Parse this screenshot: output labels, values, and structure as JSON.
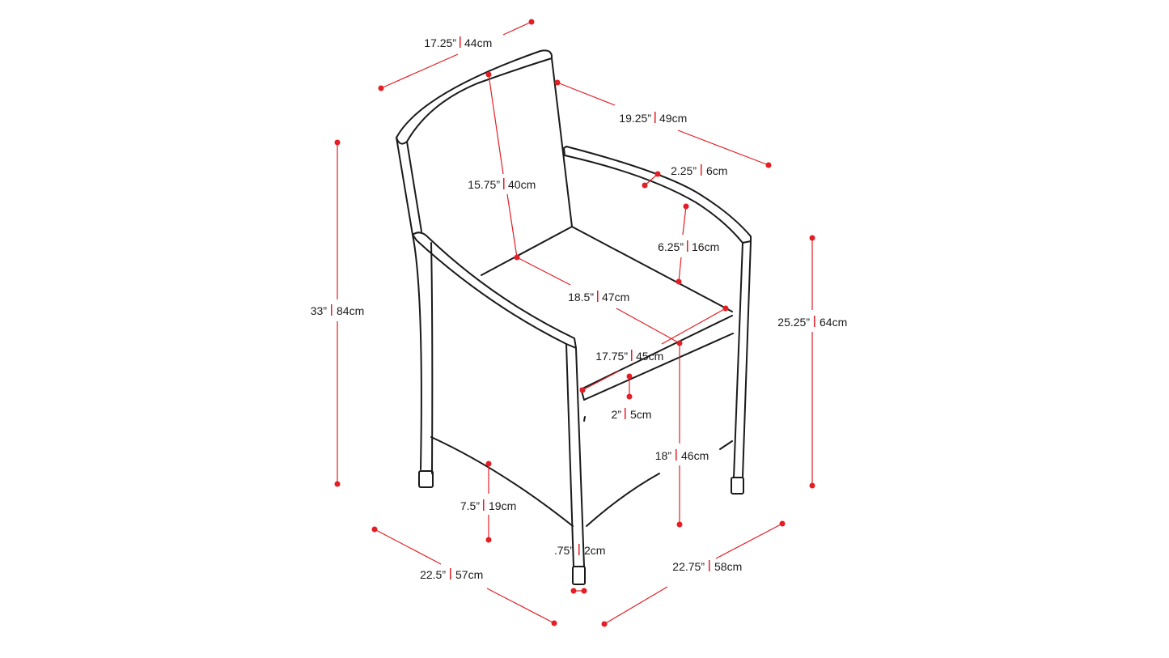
{
  "accent_color": "#e31e24",
  "outline_color": "#1a1a1a",
  "dimensions": {
    "back_top_width": {
      "imperial": "17.25”",
      "metric": "44cm"
    },
    "back_depth": {
      "imperial": "19.25”",
      "metric": "49cm"
    },
    "armrest_width": {
      "imperial": "2.25”",
      "metric": "6cm"
    },
    "back_height": {
      "imperial": "15.75”",
      "metric": "40cm"
    },
    "arm_height": {
      "imperial": "6.25”",
      "metric": "16cm"
    },
    "total_height": {
      "imperial": "33”",
      "metric": "84cm"
    },
    "arm_floor_height": {
      "imperial": "25.25”",
      "metric": "64cm"
    },
    "seat_depth": {
      "imperial": "18.5”",
      "metric": "47cm"
    },
    "seat_width": {
      "imperial": "17.75”",
      "metric": "45cm"
    },
    "cushion_thickness": {
      "imperial": "2”",
      "metric": "5cm"
    },
    "seat_height": {
      "imperial": "18”",
      "metric": "46cm"
    },
    "leg_clearance": {
      "imperial": "7.5”",
      "metric": "19cm"
    },
    "leg_diameter": {
      "imperial": ".75”",
      "metric": "2cm"
    },
    "overall_width": {
      "imperial": "22.5”",
      "metric": "57cm"
    },
    "overall_depth": {
      "imperial": "22.75”",
      "metric": "58cm"
    }
  }
}
